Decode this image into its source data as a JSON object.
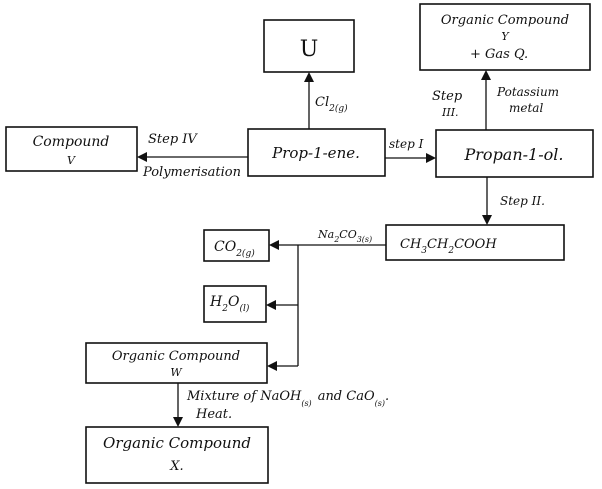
{
  "nodes": {
    "u": {
      "label": "U"
    },
    "y": {
      "line1": "Organic Compound",
      "line2": "Y",
      "line3": "+ Gas Q."
    },
    "v": {
      "line1": "Compound",
      "line2": "V"
    },
    "propene": {
      "label": "Prop-1-ene."
    },
    "propanol": {
      "label": "Propan-1-ol."
    },
    "acid": {
      "ch3": "CH",
      "s1": "3",
      "ch2": "CH",
      "s2": "2",
      "rest": "COOH"
    },
    "co2": {
      "main": "CO",
      "sub": "2(g)"
    },
    "h2o": {
      "main": "H",
      "sub1": "2",
      "o": "O",
      "sub2": "(l)"
    },
    "w": {
      "line1": "Organic Compound",
      "line2": "W"
    },
    "x": {
      "line1": "Organic Compound",
      "line2": "X."
    }
  },
  "edges": {
    "cl2": {
      "main": "Cl",
      "sub": "2(g)"
    },
    "step3": {
      "line1": "Step",
      "line2": "III."
    },
    "potassium": {
      "line1": "Potassium",
      "line2": "metal"
    },
    "step1": {
      "label": "step I"
    },
    "step4": {
      "label": "Step IV"
    },
    "polymerisation": {
      "label": "Polymerisation"
    },
    "step2": {
      "label": "Step II."
    },
    "na2co3": {
      "na": "Na",
      "s1": "2",
      "co": "CO",
      "s2": "3(s)"
    },
    "mixture": {
      "line1_a": "Mixture of NaOH",
      "line1_sub": "(s)",
      "line1_b": "and CaO",
      "line1_sub2": "(s)",
      "line1_end": ".",
      "line2": "Heat."
    }
  }
}
